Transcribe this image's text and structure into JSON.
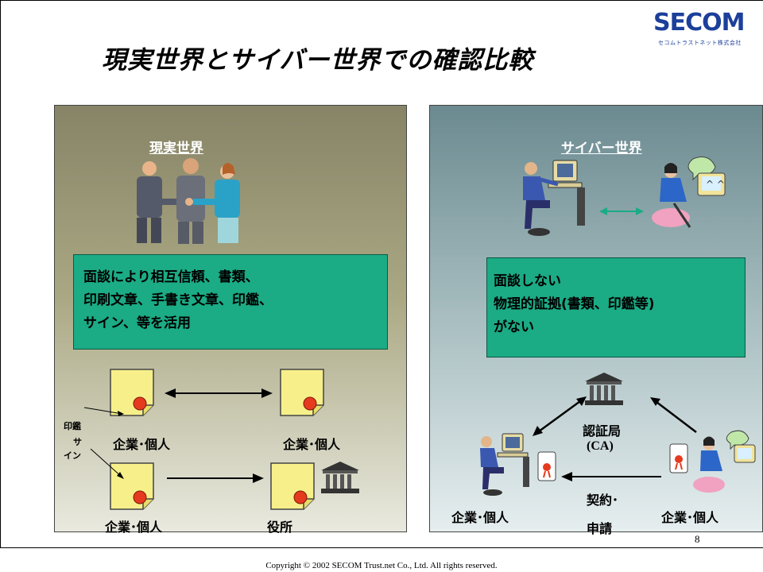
{
  "title": "現実世界とサイバー世界での確認比較",
  "logo": {
    "text": "SECOM",
    "subtitle": "セコムトラストネット株式会社"
  },
  "left_panel": {
    "heading": "現実世界",
    "box_lines": [
      "面談により相互信頼、書類、",
      "印刷文章、手書き文章、印鑑、",
      "サイン、等を活用"
    ],
    "stamp_label": "印鑑",
    "sign_label_1": "サ",
    "sign_label_2": "イン",
    "party_top_left": "企業･個人",
    "party_top_right": "企業･個人",
    "party_bottom_left": "企業･個人",
    "office": "役所"
  },
  "right_panel": {
    "heading": "サイバー世界",
    "box_lines": [
      "面談しない",
      "物理的証拠(書類、印鑑等)",
      "がない"
    ],
    "ca_label": "認証局",
    "ca_abbr": "(CA)",
    "party_left": "企業･個人",
    "party_right": "企業･個人",
    "contract_1": "契約･",
    "contract_2": "申請"
  },
  "page_number": "8",
  "copyright": "Copyright © 2002 SECOM Trust.net Co., Ltd. All rights reserved.",
  "colors": {
    "accent_green": "#1bab85",
    "doc_yellow": "#f7f08a",
    "seal_red": "#e63a1e",
    "logo_blue": "#1c3f9a"
  }
}
